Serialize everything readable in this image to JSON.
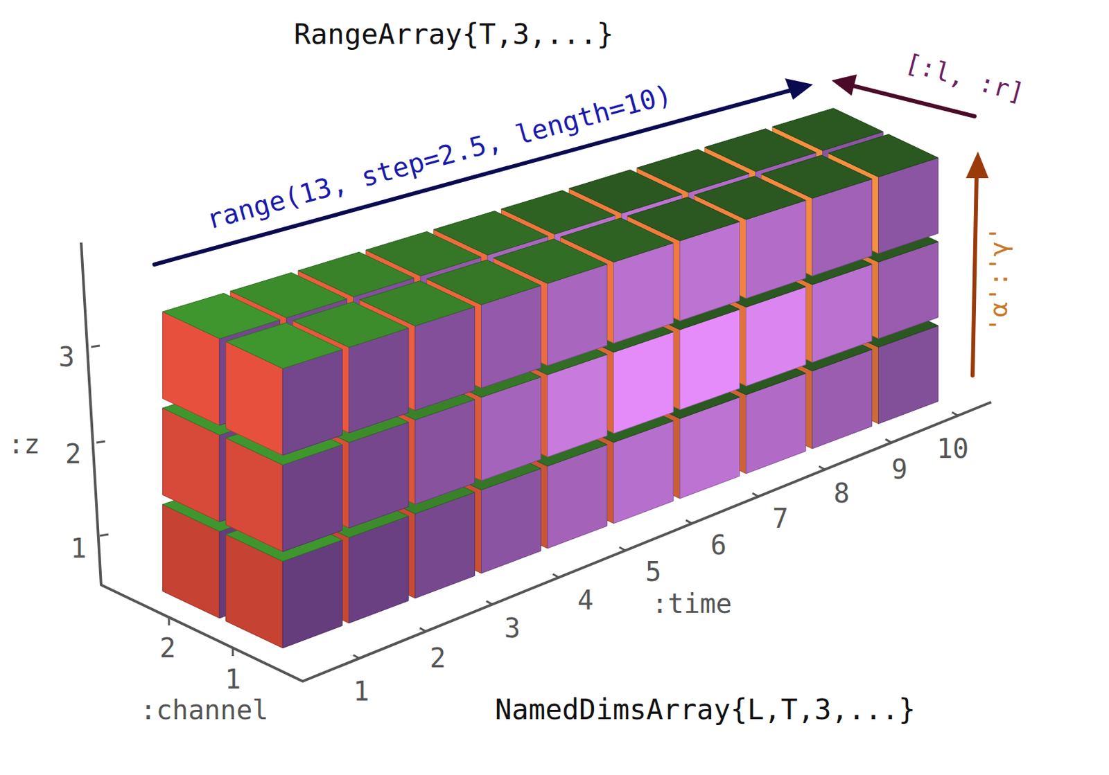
{
  "diagram": {
    "labels": [
      "RangeArray{T,3,...}",
      "range(13, step=2.5, length=10)",
      "[:l, :r]",
      "'α':'γ'",
      "3",
      "2",
      "1",
      ":z",
      "2",
      "1",
      ":channel",
      "1",
      "2",
      "3",
      "4",
      "5",
      "6",
      "7",
      "8",
      "9",
      "10",
      ":time",
      "NamedDimsArray{L,T,3,...}"
    ]
  }
}
